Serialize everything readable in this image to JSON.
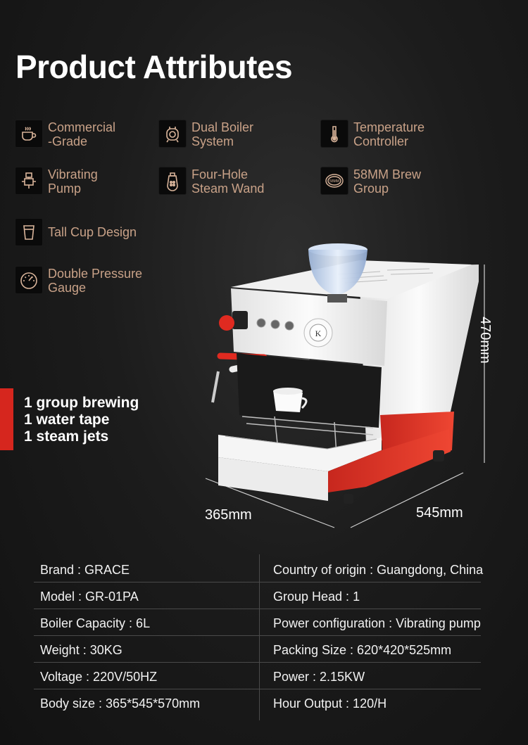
{
  "title": "Product Attributes",
  "features": [
    {
      "label": "Commercial\n-Grade",
      "icon": "coffee-cup-icon"
    },
    {
      "label": "Dual Boiler\nSystem",
      "icon": "boiler-icon"
    },
    {
      "label": "Temperature\nController",
      "icon": "thermometer-icon"
    },
    {
      "label": "Vibrating\nPump",
      "icon": "pump-icon"
    },
    {
      "label": "Four-Hole\nSteam Wand",
      "icon": "steam-wand-icon"
    },
    {
      "label": "58MM Brew\nGroup",
      "icon": "brew-group-icon",
      "icon_text": "58MM"
    },
    {
      "label": "Tall Cup Design",
      "icon": "tall-cup-icon"
    },
    {
      "label": "Double Pressure\nGauge",
      "icon": "pressure-gauge-icon"
    }
  ],
  "group_info": [
    "1 group brewing",
    "1 water tape",
    "1 steam jets"
  ],
  "dimensions": {
    "height": "470mm",
    "depth": "365mm",
    "width": "545mm"
  },
  "machine": {
    "logo_letter": "K"
  },
  "specs": [
    {
      "left": "Brand : GRACE",
      "right": "Country of origin : Guangdong, China"
    },
    {
      "left": "Model : GR-01PA",
      "right": "Group Head : 1"
    },
    {
      "left": "Boiler Capacity : 6L",
      "right": "Power configuration : Vibrating  pump"
    },
    {
      "left": "Weight : 30KG",
      "right": "Packing Size : 620*420*525mm"
    },
    {
      "left": "Voltage :  220V/50HZ",
      "right": "Power  : 2.15KW"
    },
    {
      "left": "Body size : 365*545*570mm",
      "right": "Hour Output : 120/H"
    }
  ],
  "colors": {
    "accent_red": "#d6261e",
    "label_tan": "#c9a288",
    "machine_white": "#f4f4f4",
    "machine_red": "#e53a2c"
  }
}
